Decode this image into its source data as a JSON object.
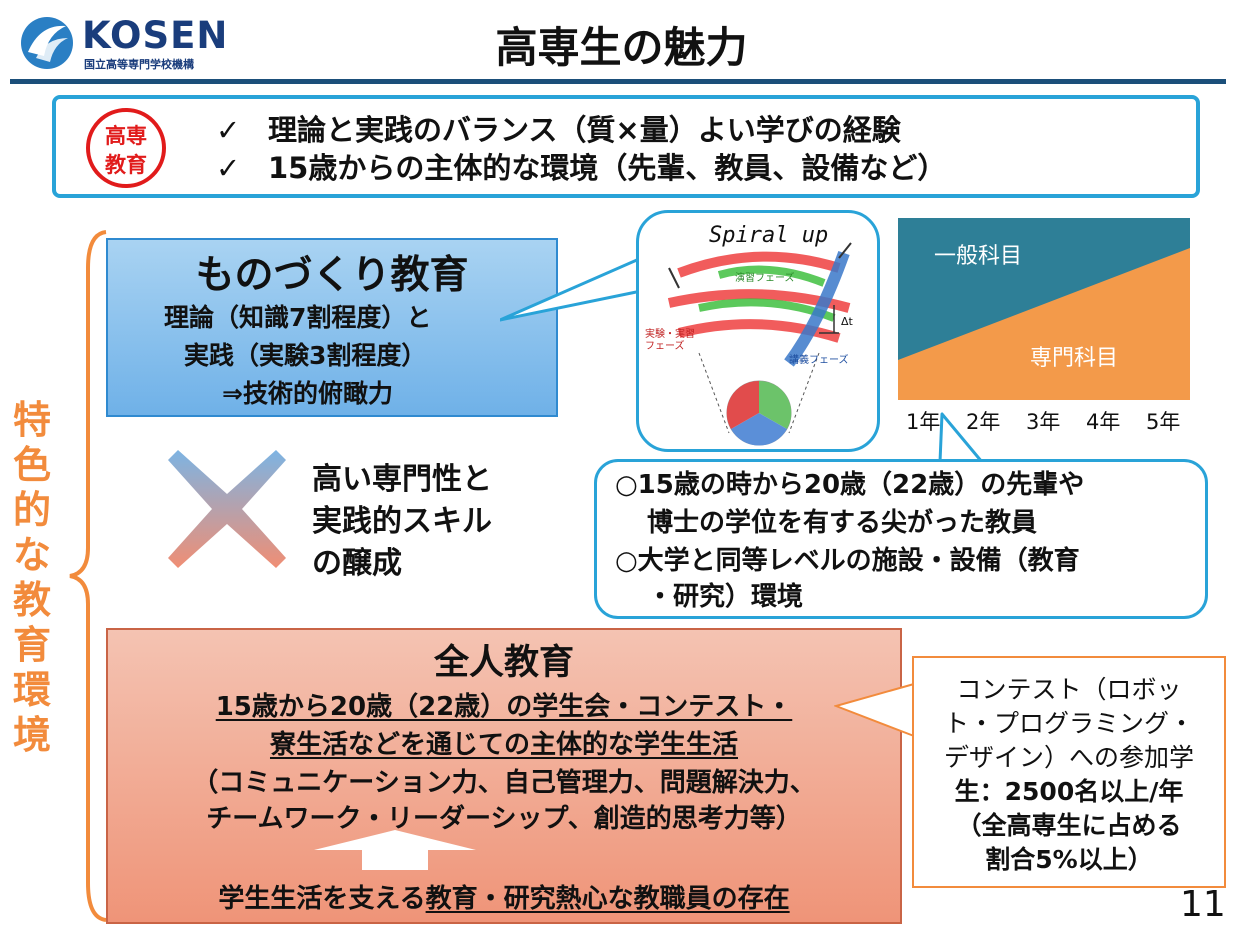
{
  "logo": {
    "name": "KOSEN",
    "subtitle": "国立高等専門学校機構"
  },
  "title": "高専生の魅力",
  "summary": {
    "stamp": [
      "高専",
      "教育"
    ],
    "check_mark": "✓",
    "items": [
      "理論と実践のバランス（質×量）よい学びの経験",
      "15歳からの主体的な環境（先輩、教員、設備など）"
    ]
  },
  "side_label": [
    "特",
    "色",
    "的",
    "な",
    "教",
    "育",
    "環",
    "境"
  ],
  "monozukuri": {
    "title": "ものづくり教育",
    "lines": [
      "理論（知識7割程度）と",
      "実践（実験3割程度）",
      "⇒技術的俯瞰力"
    ]
  },
  "spiral": {
    "title": "Spiral up",
    "phase_practice": "演習フェーズ",
    "phase_experiment": "実験・実習\nフェーズ",
    "phase_lecture": "講義フェーズ",
    "delta": "Δt"
  },
  "ratio_chart": {
    "general": "一般科目",
    "specialized": "専門科目",
    "years": [
      "1年",
      "2年",
      "3年",
      "4年",
      "5年"
    ],
    "colors": {
      "general": "#2e7f97",
      "specialized": "#f39a4a"
    }
  },
  "cross_text": [
    "高い専門性と",
    "実践的スキル",
    "の醸成"
  ],
  "senior": {
    "lines": [
      "○15歳の時から20歳（22歳）の先輩や",
      "博士の学位を有する尖がった教員",
      "○大学と同等レベルの施設・設備（教育",
      "・研究）環境"
    ]
  },
  "zenjin": {
    "title": "全人教育",
    "line1": "15歳から20歳（22歳）の学生会・コンテスト・",
    "line2": "寮生活などを通じての主体的な学生生活",
    "line3": "（コミュニケーション力、自己管理力、問題解決力、",
    "line4": "チームワーク・リーダーシップ、創造的思考力等）",
    "bottom_prefix": "学生生活を支える",
    "bottom_underlined": "教育・研究熱心な教職員の存在"
  },
  "contest": {
    "lines": [
      "コンテスト（ロボッ",
      "ト・プログラミング・",
      "デザイン）への参加学",
      "生：2500名以上/年",
      "（全高専生に占める",
      "割合5%以上）"
    ]
  },
  "page_number": "11"
}
